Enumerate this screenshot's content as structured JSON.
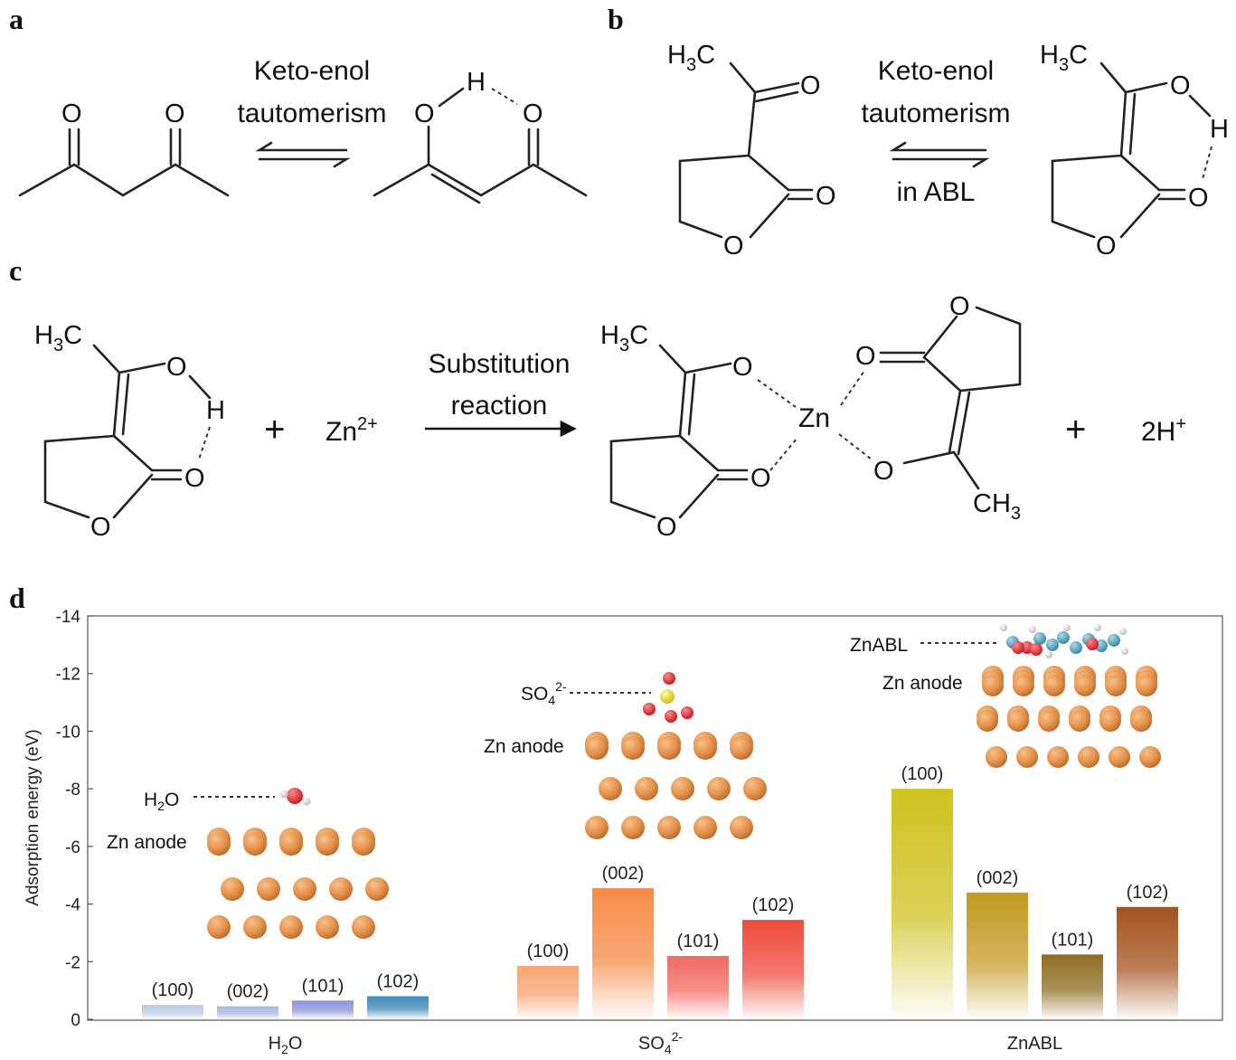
{
  "panels": {
    "a": "a",
    "b": "b",
    "c": "c",
    "d": "d"
  },
  "scheme_a": {
    "arrow_label_1": "Keto-enol",
    "arrow_label_2": "tautomerism"
  },
  "scheme_b": {
    "arrow_label_1": "Keto-enol",
    "arrow_label_2": "tautomerism",
    "arrow_label_3": "in ABL"
  },
  "scheme_c": {
    "plus_1": "+",
    "zn_ion": "Zn",
    "zn_charge": "2+",
    "arrow_label_1": "Substitution",
    "arrow_label_2": "reaction",
    "center_atom": "Zn",
    "plus_2": "+",
    "protons": "2H",
    "proton_charge": "+"
  },
  "atoms": {
    "O": "O",
    "H": "H",
    "H3C": "H3C",
    "CH3": "CH3"
  },
  "chart_data": {
    "type": "bar",
    "ylabel": "Adsorption energy (eV)",
    "ylim": [
      0,
      -14
    ],
    "yticks": [
      "-14",
      "-12",
      "-10",
      "-8",
      "-6",
      "-4",
      "-2",
      "0"
    ],
    "yticks_values": [
      -14,
      -12,
      -10,
      -8,
      -6,
      -4,
      -2,
      0
    ],
    "groups": [
      {
        "name": "H2O",
        "name_main": "H",
        "name_sub": "2",
        "name_tail": "O",
        "bars": [
          {
            "label": "(100)",
            "value": -0.5,
            "color": "#b9cbe6"
          },
          {
            "label": "(002)",
            "value": -0.45,
            "color": "#a5b7e2"
          },
          {
            "label": "(101)",
            "value": -0.65,
            "color": "#8b94d8"
          },
          {
            "label": "(102)",
            "value": -0.8,
            "color": "#3f8ab8"
          }
        ],
        "inset": {
          "adsorbate": "H2O",
          "adsorbate_main": "H",
          "adsorbate_sub": "2",
          "adsorbate_tail": "O",
          "surface": "Zn anode"
        }
      },
      {
        "name": "SO42-",
        "name_main": "SO",
        "name_sub": "4",
        "name_sup": "2-",
        "bars": [
          {
            "label": "(100)",
            "value": -1.85,
            "color": "#f7a574"
          },
          {
            "label": "(002)",
            "value": -4.55,
            "color": "#f78a48"
          },
          {
            "label": "(101)",
            "value": -2.2,
            "color": "#f36b62"
          },
          {
            "label": "(102)",
            "value": -3.45,
            "color": "#ef4b3c"
          }
        ],
        "inset": {
          "adsorbate": "SO42-",
          "adsorbate_main": "SO",
          "adsorbate_sub": "4",
          "adsorbate_sup": "2-",
          "surface": "Zn anode"
        }
      },
      {
        "name": "ZnABL",
        "bars": [
          {
            "label": "(100)",
            "value": -8.0,
            "color": "#cfc220"
          },
          {
            "label": "(002)",
            "value": -4.4,
            "color": "#c49a22"
          },
          {
            "label": "(101)",
            "value": -2.25,
            "color": "#8e6d22"
          },
          {
            "label": "(102)",
            "value": -3.9,
            "color": "#a5521e"
          }
        ],
        "inset": {
          "adsorbate": "ZnABL",
          "surface": "Zn anode"
        }
      }
    ]
  },
  "colors": {
    "zn_atom": "#e4914a",
    "oxygen": "#e0242a",
    "sulfur": "#e6dd1c",
    "carbon": "#4fa0c0",
    "hydrogen": "#eeeeee"
  }
}
